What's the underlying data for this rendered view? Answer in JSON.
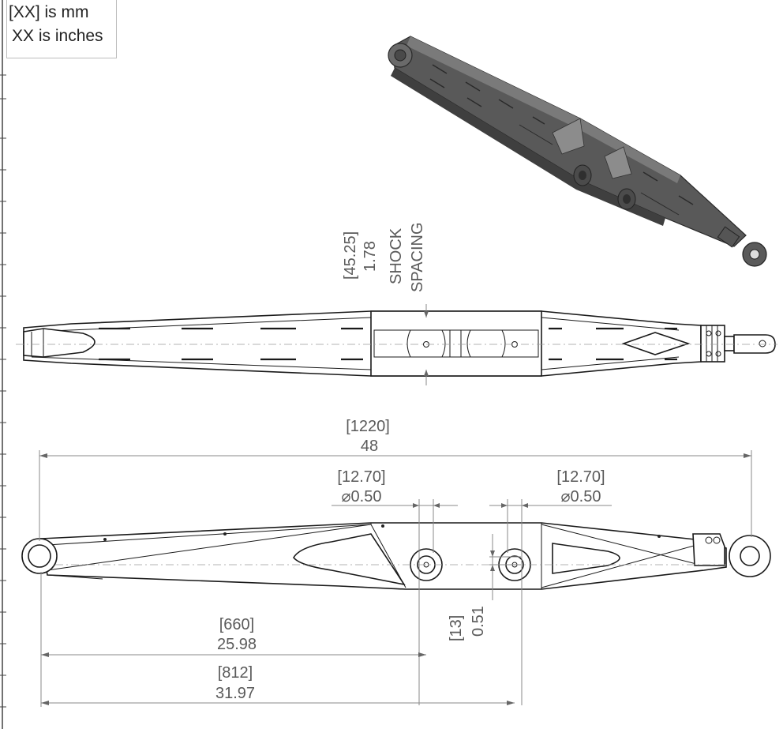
{
  "legend": {
    "line1": "[XX] is mm",
    "line2": "XX is inches"
  },
  "dimensions": {
    "shock_spacing": {
      "mm": "[45.25]",
      "inch": "1.78",
      "label_line1": "SHOCK",
      "label_line2": "SPACING"
    },
    "overall_length": {
      "mm": "[1220]",
      "inch": "48"
    },
    "hole_left": {
      "mm": "[12.70]",
      "inch": "⌀0.50"
    },
    "hole_right": {
      "mm": "[12.70]",
      "inch": "⌀0.50"
    },
    "offset": {
      "mm": "[13]",
      "inch": "0.51"
    },
    "to_first_hole": {
      "mm": "[660]",
      "inch": "25.98"
    },
    "to_second_hole": {
      "mm": "[812]",
      "inch": "31.97"
    }
  },
  "colors": {
    "outline": "#1a1a1a",
    "dimension": "#5a5a5a",
    "render_body": "#5b5b5b"
  }
}
